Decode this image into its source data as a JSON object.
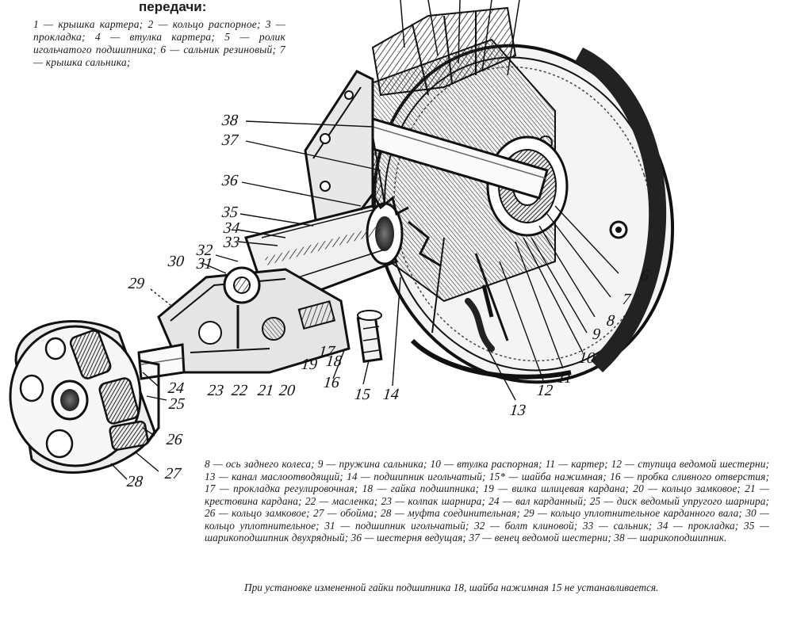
{
  "header": {
    "title": "передачи:"
  },
  "caption_top": "1 — крышка картера; 2 — кольцо распорное; 3 — прокладка; 4 — втулка картера; 5 — ролик игольчатого подшипника; 6 — сальник резиновый; 7 — крышка сальника;",
  "callouts": [
    {
      "id": "38",
      "label": "38"
    },
    {
      "id": "37",
      "label": "37"
    },
    {
      "id": "36",
      "label": "36"
    },
    {
      "id": "35",
      "label": "35"
    },
    {
      "id": "34",
      "label": "34"
    },
    {
      "id": "33",
      "label": "33"
    },
    {
      "id": "32",
      "label": "32"
    },
    {
      "id": "31",
      "label": "31"
    },
    {
      "id": "30",
      "label": "30"
    },
    {
      "id": "29",
      "label": "29"
    },
    {
      "id": "28",
      "label": "28"
    },
    {
      "id": "27",
      "label": "27"
    },
    {
      "id": "26",
      "label": "26"
    },
    {
      "id": "25",
      "label": "25"
    },
    {
      "id": "24",
      "label": "24"
    },
    {
      "id": "23",
      "label": "23"
    },
    {
      "id": "22",
      "label": "22"
    },
    {
      "id": "21",
      "label": "21"
    },
    {
      "id": "20",
      "label": "20"
    },
    {
      "id": "19",
      "label": "19"
    },
    {
      "id": "18",
      "label": "18"
    },
    {
      "id": "17",
      "label": "17"
    },
    {
      "id": "16",
      "label": "16"
    },
    {
      "id": "15",
      "label": "15"
    },
    {
      "id": "14",
      "label": "14"
    },
    {
      "id": "13",
      "label": "13"
    },
    {
      "id": "12",
      "label": "12"
    },
    {
      "id": "11",
      "label": "11"
    },
    {
      "id": "10",
      "label": "10"
    },
    {
      "id": "9",
      "label": "9"
    },
    {
      "id": "8",
      "label": "8"
    },
    {
      "id": "7",
      "label": "7"
    },
    {
      "id": "6",
      "label": "6"
    }
  ],
  "legend": "8 — ось заднего колеса; 9 — пружина сальника; 10 — втулка распорная; 11 — картер; 12 — ступица ведомой шестерни; 13 — канал маслоотводящий; 14 — подшипник игольчатый; 15* — шайба нажимная; 16 — пробка сливного отверстия; 17 — прокладка регулировочная; 18 — гайка подшипника; 19 — вилка шлицевая кардана; 20 — кольцо замковое; 21 — крестовина кардана; 22 — масленка; 23 — колпак шарнира; 24 — вал карданный; 25 — диск ведомый упругого шарнира; 26 — кольцо замковое; 27 — обойма; 28 — муфта соединительная; 29 — кольцо уплотнительное карданного вала; 30 — кольцо уплотнительное; 31 — подшипник игольчатый; 32 — болт клиновой; 33 — сальник; 34 — прокладка; 35 — шарикоподшипник двухрядный; 36 — шестерня ведущая; 37 — венец ведомой шестерни; 38 — шарикоподшипник.",
  "note": "При установке измененной гайки подшипника 18, шайба нажимная 15 не устанавливается."
}
